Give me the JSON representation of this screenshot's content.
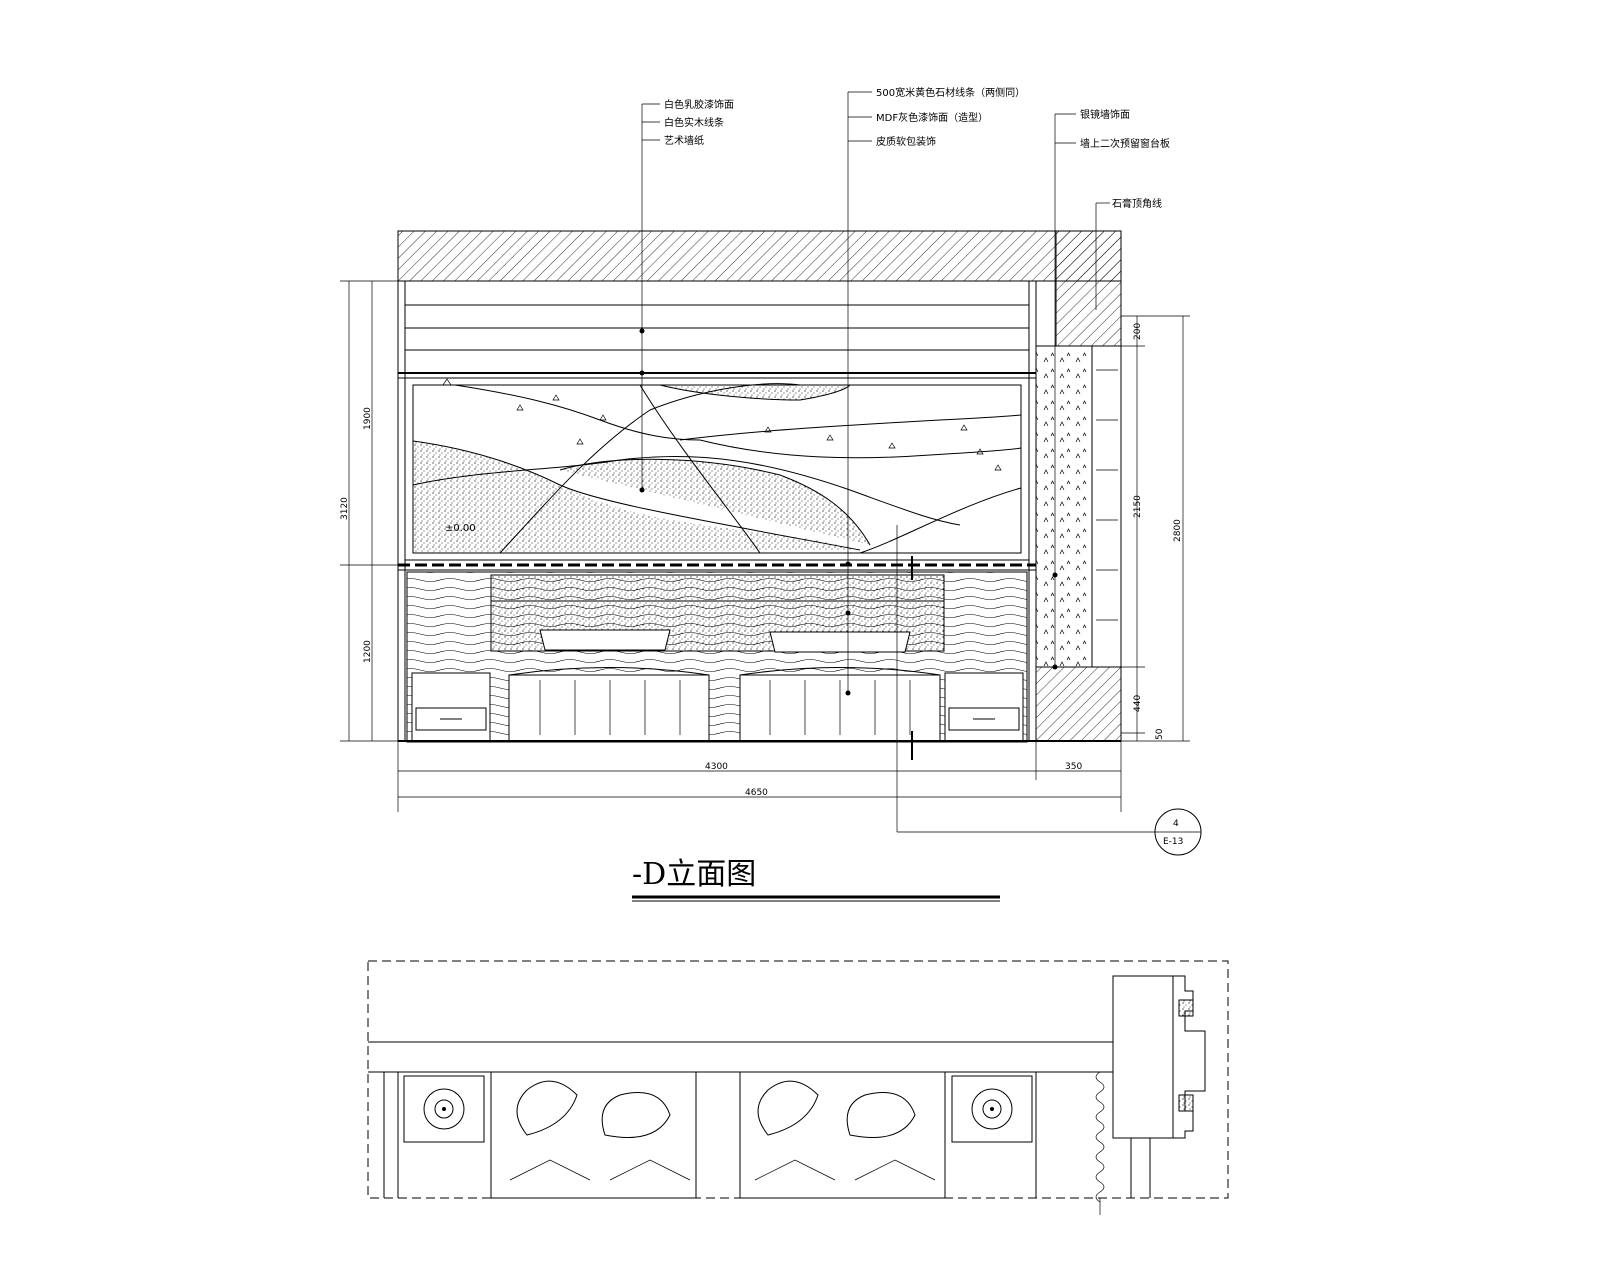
{
  "drawing": {
    "title": "-D立面图",
    "section_marker": {
      "top": "4",
      "bottom": "E-13"
    },
    "elevation_mark": "±0.00",
    "callouts_left": [
      "白色乳胶漆饰面",
      "白色实木线条",
      "艺术墙纸"
    ],
    "callouts_center": [
      "500宽米黄色石材线条（两侧同）",
      "MDF灰色漆饰面（造型）",
      "皮质软包装饰"
    ],
    "callouts_right": [
      "银镜墙饰面",
      "墙上二次预留窗台板"
    ],
    "callout_top_right": "石膏顶角线",
    "dims_left": [
      "1900",
      "3120",
      "1200"
    ],
    "dims_right": [
      "200",
      "2150",
      "2800",
      "440",
      "50"
    ],
    "dims_bottom": [
      "4300",
      "350",
      "4650"
    ]
  }
}
